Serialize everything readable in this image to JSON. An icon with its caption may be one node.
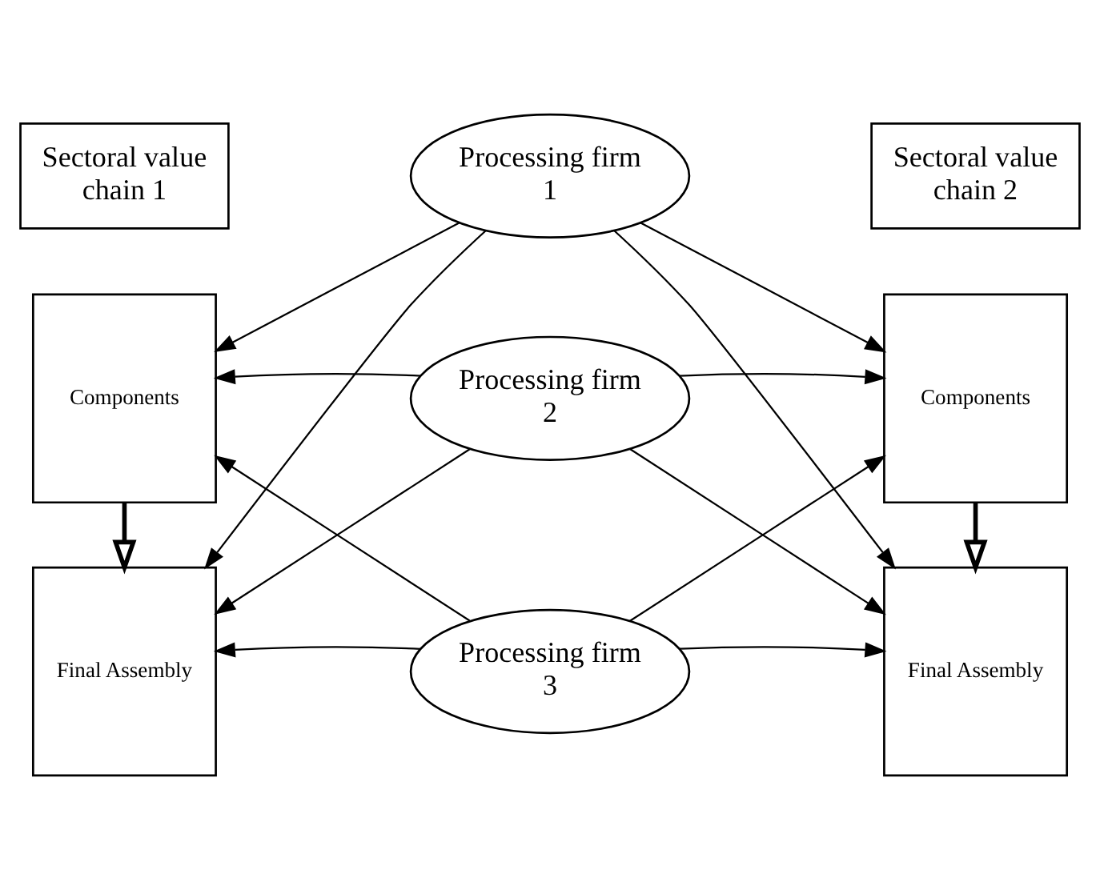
{
  "diagram": {
    "nodes": [
      {
        "text": [
          "Sectoral value chain 1"
        ]
      },
      {
        "text": [
          "Sectoral value chain 2"
        ]
      },
      {
        "text": [
          "Components"
        ]
      },
      {
        "text": [
          "Processing firm 1"
        ]
      },
      {
        "text": [
          "Components"
        ]
      },
      {
        "text": [
          "Processing firm 2"
        ]
      },
      {
        "text": [
          "Final Assembly"
        ]
      },
      {
        "text": [
          "Processing firm 3"
        ]
      },
      {
        "text": [
          "Final Assembly"
        ]
      }
    ],
    "edges": [
      {
        "from": 3,
        "to": 2,
        "arrow": "to"
      },
      {
        "from": 3,
        "to": 6,
        "arrow": "to"
      },
      {
        "from": 7,
        "to": 2,
        "arrow": "to"
      },
      {
        "from": 7,
        "to": 6,
        "arrow": "to"
      },
      {
        "from": 3,
        "to": 4,
        "arrow": "to"
      },
      {
        "from": 3,
        "to": 8,
        "arrow": "to"
      },
      {
        "from": 7,
        "to": 4,
        "arrow": "to"
      },
      {
        "from": 7,
        "to": 8,
        "arrow": "to"
      },
      {
        "from": 5,
        "to": 2,
        "arrow": "to"
      },
      {
        "from": 5,
        "to": 4,
        "arrow": "to"
      },
      {
        "from": 5,
        "to": 6,
        "arrow": "to"
      },
      {
        "from": 5,
        "to": 8,
        "arrow": "to"
      },
      {
        "from": 2,
        "to": 6,
        "arrow": "to",
        "style": "thick"
      },
      {
        "from": 4,
        "to": 8,
        "arrow": "to",
        "style": "thick"
      }
    ]
  }
}
